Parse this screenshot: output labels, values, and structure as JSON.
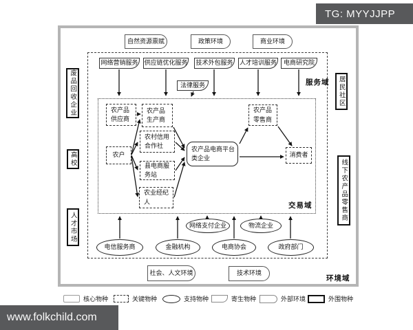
{
  "watermarks": {
    "telegram": "TG: MYYJJPP",
    "site": "www.folkchild.com"
  },
  "diagram": {
    "domains": {
      "service": "服务域",
      "trade": "交易域",
      "environment": "环境域"
    },
    "external_environments": {
      "natural": "自然资源禀赋",
      "policy": "政策环境",
      "business": "商业环境",
      "social": "社会、人文环境",
      "technology": "技术环境"
    },
    "parasitic_services": {
      "network_marketing": "网络营销服务",
      "supply_chain": "供应链优化服务",
      "tech_outsourcing": "技术外包服务",
      "talent_training": "人才培训服务",
      "ecommerce_institute": "电商研究院",
      "legal": "法律服务"
    },
    "core_species": {
      "platform": "农产品电商平台类企业"
    },
    "key_species": {
      "supplier": "农产品供应商",
      "producer": "农产品生产商",
      "cooperative": "农村信用合作社",
      "farmer": "农户",
      "county_station": "县电商服务站",
      "broker": "农业经纪人",
      "retailer": "农产品零售商",
      "consumer": "消费者"
    },
    "support_species": {
      "payment": "网络支付企业",
      "logistics": "物流企业",
      "telecom": "电信服务商",
      "finance": "金融机构",
      "association": "电商协会",
      "government": "政府部门"
    },
    "peripheral_species": {
      "waste_recycling": "废品回收企业",
      "university": "高校",
      "talent_market": "人才市场",
      "community": "居民社区",
      "offline_retailer": "线下农产品零售商"
    },
    "legend": [
      {
        "shape": "core",
        "label": "核心物种"
      },
      {
        "shape": "key",
        "label": "关键物种"
      },
      {
        "shape": "support",
        "label": "支持物种"
      },
      {
        "shape": "parasitic",
        "label": "寄生物种"
      },
      {
        "shape": "external",
        "label": "外部环境"
      },
      {
        "shape": "peripheral",
        "label": "外围物种"
      }
    ],
    "colors": {
      "ink": "#1a1a1a",
      "frame": "#b5b5b5",
      "watermark_bg": "#58595b"
    }
  }
}
